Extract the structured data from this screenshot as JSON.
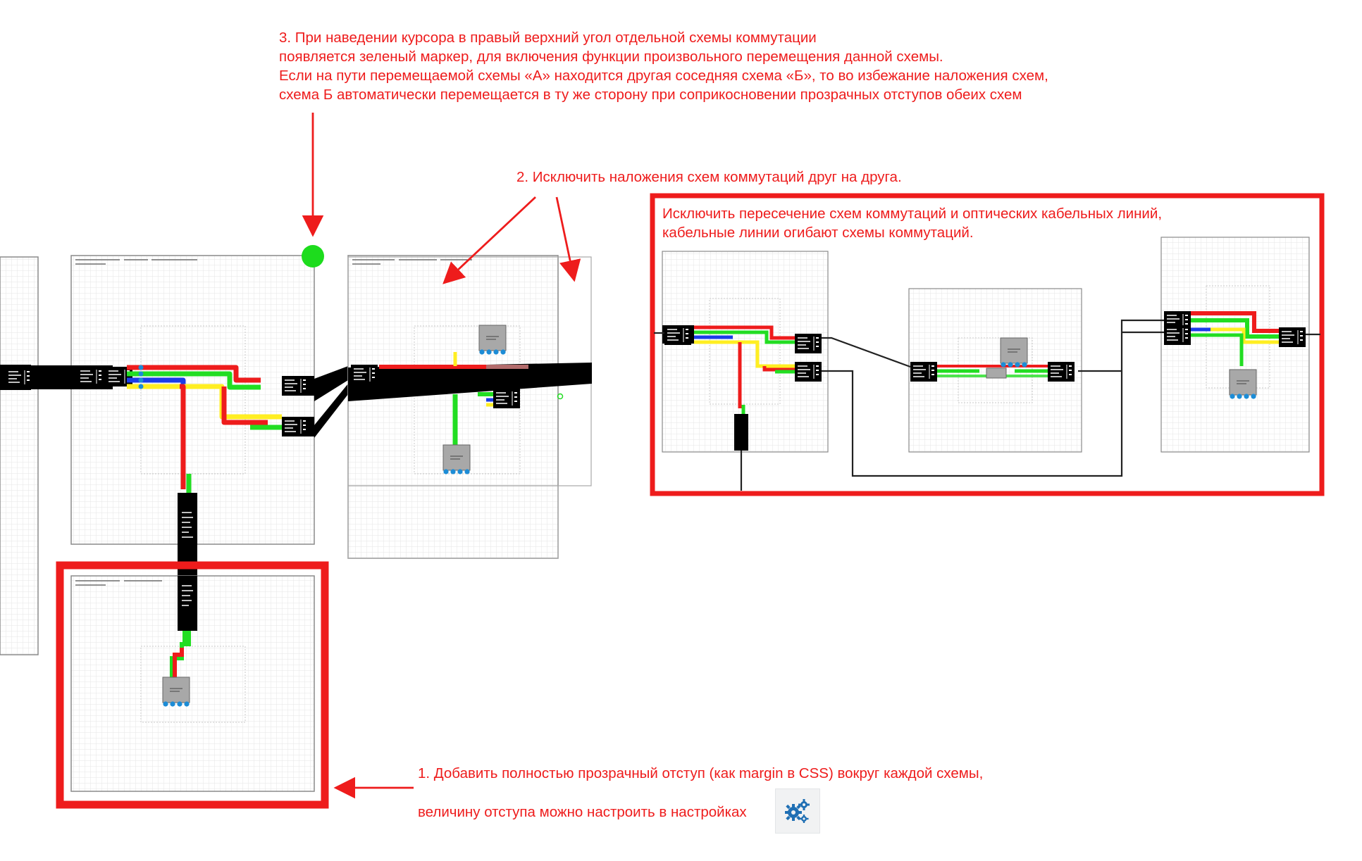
{
  "notes": {
    "note3": [
      "3. При наведении курсора в правый верхний угол отдельной схемы коммутации",
      "появляется зеленый маркер, для включения функции произвольного перемещения данной схемы.",
      "Если на пути перемещаемой схемы «А» находится другая соседняя схема «Б», то во избежание наложения схем,",
      "схема Б автоматически перемещается в ту же сторону при соприкосновении прозрачных отступов обеих схем"
    ],
    "note2": "2. Исключить наложения схем коммутаций друг на друга.",
    "note_box": [
      "Исключить пересечение схем коммутаций и оптических кабельных линий,",
      "кабельные линии огибают схемы коммутаций."
    ],
    "note1": [
      "1. Добавить полностью прозрачный отступ (как margin в CSS) вокруг каждой схемы,",
      "величину отступа можно настроить в настройках"
    ]
  },
  "icons": {
    "settings": "gears-icon",
    "drag_marker": "green-move-marker",
    "arrow": "red-arrow"
  },
  "colors": {
    "annotation": "#ee1c1c",
    "marker": "#1ddc1d",
    "fiber_red": "#ee1c1c",
    "fiber_green": "#22dd22",
    "fiber_blue": "#1a3ce8",
    "fiber_yellow": "#ffee22",
    "cable": "#000000",
    "port": "#1c8cd6",
    "tray": "#a8a8a8",
    "gear": "#1f6fb4"
  }
}
